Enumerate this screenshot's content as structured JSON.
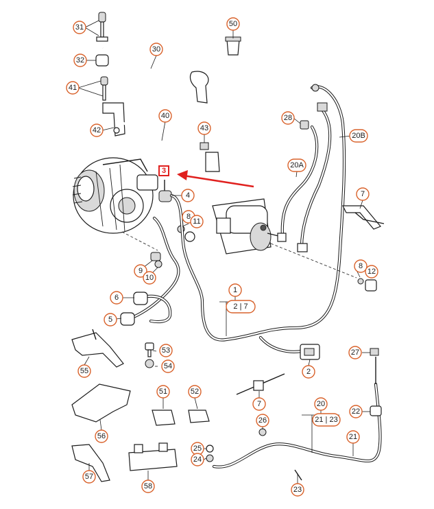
{
  "diagram": {
    "highlighted_part": "3",
    "callouts": [
      {
        "id": "c31",
        "label": "31"
      },
      {
        "id": "c32",
        "label": "32"
      },
      {
        "id": "c30",
        "label": "30"
      },
      {
        "id": "c50",
        "label": "50"
      },
      {
        "id": "c41",
        "label": "41"
      },
      {
        "id": "c42",
        "label": "42"
      },
      {
        "id": "c40",
        "label": "40"
      },
      {
        "id": "c43",
        "label": "43"
      },
      {
        "id": "c28",
        "label": "28"
      },
      {
        "id": "c20B",
        "label": "20B"
      },
      {
        "id": "c20A",
        "label": "20A"
      },
      {
        "id": "c4",
        "label": "4"
      },
      {
        "id": "c7a",
        "label": "7"
      },
      {
        "id": "c8a",
        "label": "8"
      },
      {
        "id": "c11",
        "label": "11"
      },
      {
        "id": "c9",
        "label": "9"
      },
      {
        "id": "c10",
        "label": "10"
      },
      {
        "id": "c8b",
        "label": "8"
      },
      {
        "id": "c12",
        "label": "12"
      },
      {
        "id": "c6",
        "label": "6"
      },
      {
        "id": "c1",
        "label": "1"
      },
      {
        "id": "c5",
        "label": "5"
      },
      {
        "id": "c53",
        "label": "53"
      },
      {
        "id": "c54",
        "label": "54"
      },
      {
        "id": "c55",
        "label": "55"
      },
      {
        "id": "c2",
        "label": "2"
      },
      {
        "id": "c27",
        "label": "27"
      },
      {
        "id": "c7b",
        "label": "7"
      },
      {
        "id": "c51",
        "label": "51"
      },
      {
        "id": "c52",
        "label": "52"
      },
      {
        "id": "c20",
        "label": "20"
      },
      {
        "id": "c22",
        "label": "22"
      },
      {
        "id": "c56",
        "label": "56"
      },
      {
        "id": "c26",
        "label": "26"
      },
      {
        "id": "c21",
        "label": "21"
      },
      {
        "id": "c25",
        "label": "25"
      },
      {
        "id": "c24",
        "label": "24"
      },
      {
        "id": "c57",
        "label": "57"
      },
      {
        "id": "c58",
        "label": "58"
      },
      {
        "id": "c23",
        "label": "23"
      }
    ],
    "references": {
      "ref_1_children": "2 | 7",
      "ref_20_children": "21 | 23"
    }
  }
}
